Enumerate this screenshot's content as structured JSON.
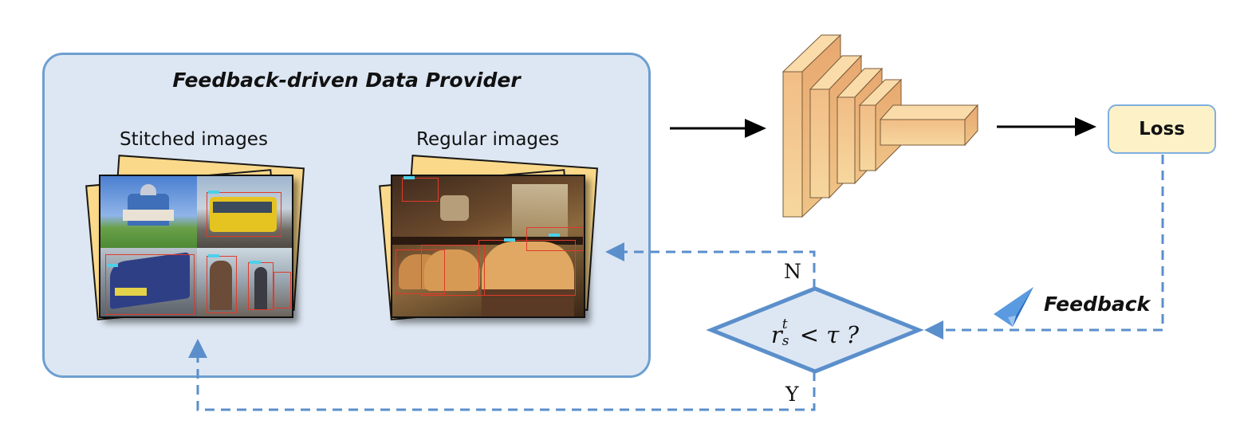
{
  "provider": {
    "title": "Feedback-driven Data Provider",
    "stitched_label": "Stitched images",
    "regular_label": "Regular images"
  },
  "loss_label": "Loss",
  "decision": {
    "condition_r": "r",
    "condition_sup": "t",
    "condition_sub": "s",
    "condition_rest": " < τ ?",
    "no_label": "N",
    "yes_label": "Y"
  },
  "feedback_label": "Feedback",
  "colors": {
    "box_fill": "#dde7f3",
    "box_border": "#6e9fd0",
    "dashed_line": "#5b8fcb",
    "network_fill": "#f2c38c",
    "loss_fill": "#fdf1c8",
    "card_back": "#fbd98a"
  },
  "icons": {
    "feedback": "paper-plane-icon"
  }
}
